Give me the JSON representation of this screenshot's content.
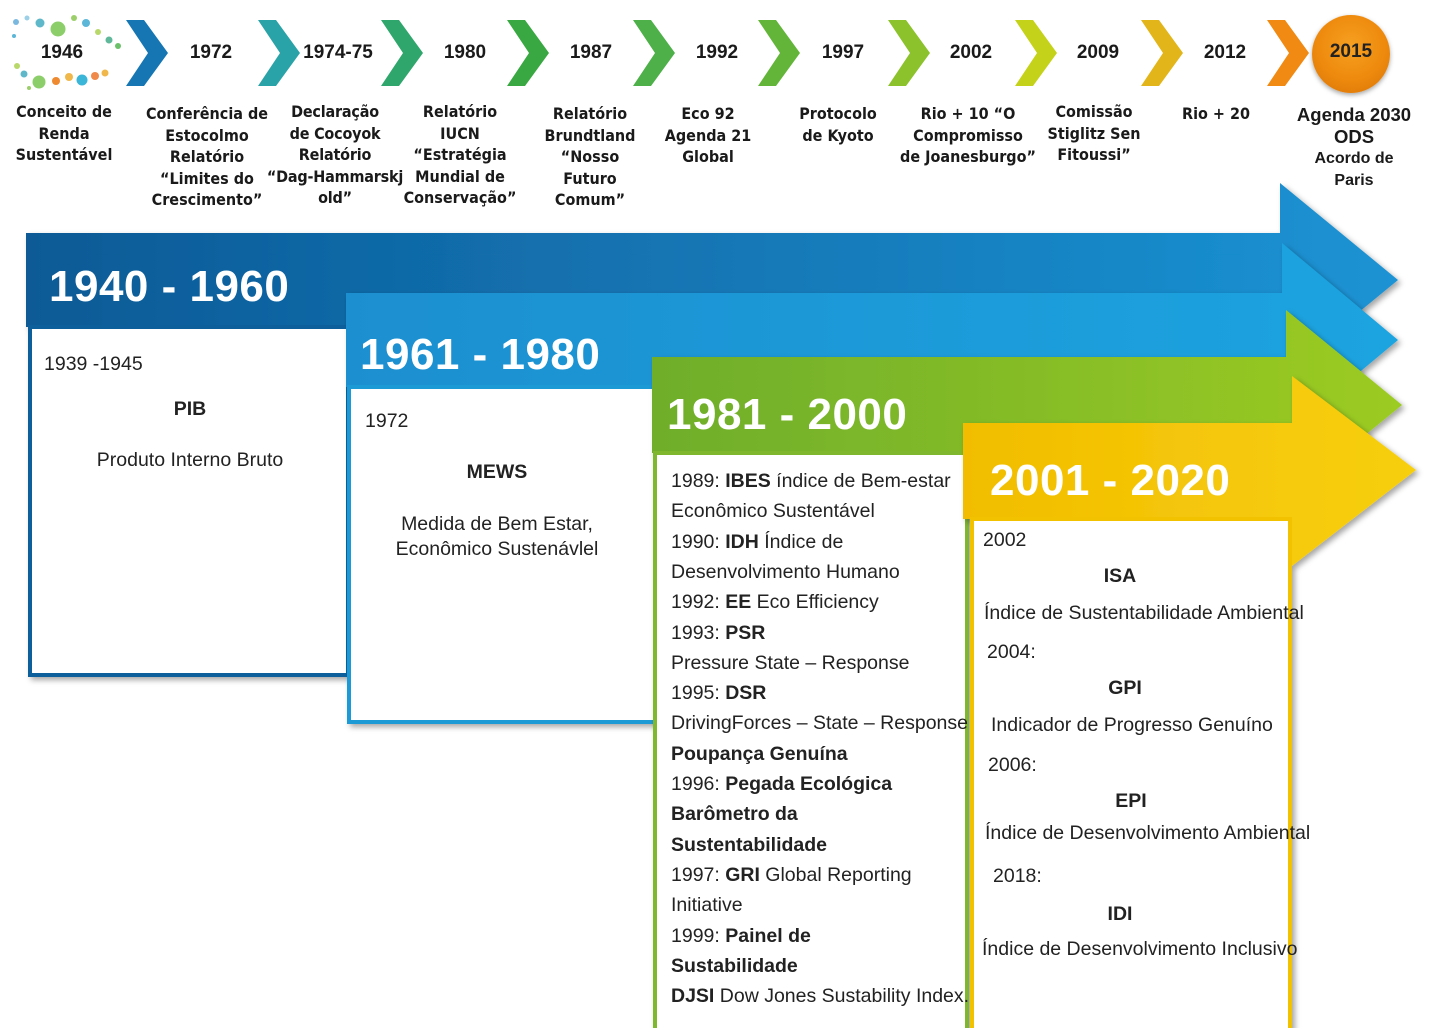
{
  "timeline": [
    {
      "year": "1946",
      "lines": [
        "Conceito de",
        "Renda",
        "Sustentável"
      ]
    },
    {
      "year": "1972",
      "lines": [
        "Conferência de",
        "Estocolmo",
        "Relatório",
        "“Limites do",
        "Crescimento”"
      ]
    },
    {
      "year": "1974-75",
      "lines": [
        "Declaração",
        "de Cocoyok",
        "Relatório",
        "“Dag-Hammarskj",
        "old”"
      ]
    },
    {
      "year": "1980",
      "lines": [
        "Relatório",
        "IUCN",
        "“Estratégia",
        "Mundial de",
        "Conservação”"
      ]
    },
    {
      "year": "1987",
      "lines": [
        "Relatório",
        "Brundtland",
        "“Nosso",
        "Futuro",
        "Comum”"
      ]
    },
    {
      "year": "1992",
      "lines": [
        "Eco 92",
        "Agenda 21",
        "Global"
      ]
    },
    {
      "year": "1997",
      "lines": [
        "Protocolo",
        "de Kyoto"
      ]
    },
    {
      "year": "2002",
      "lines": [
        "Rio + 10 “O",
        "Compromisso",
        "de Joanesburgo”"
      ]
    },
    {
      "year": "2009",
      "lines": [
        "Comissão",
        "Stiglitz Sen",
        "Fitoussi”"
      ]
    },
    {
      "year": "2012",
      "lines": [
        "Rio + 20"
      ]
    },
    {
      "year": "2015",
      "lines": [
        "Agenda 2030",
        "ODS",
        "Acordo de",
        "Paris"
      ]
    }
  ],
  "colors": {
    "band1": "#0e5e9c",
    "band2": "#1a9ad6",
    "band3": "#7fb72e",
    "band4": "#f2c200",
    "chevrons": [
      "#1576b3",
      "#2aa3a8",
      "#2fa66c",
      "#3aa842",
      "#4db048",
      "#63b53a",
      "#8cc22c",
      "#b5ce1f",
      "#d9c718",
      "#f09a13"
    ]
  },
  "bands": [
    {
      "title": "1940 - 1960"
    },
    {
      "title": "1961 - 1980"
    },
    {
      "title": "1981 - 2000"
    },
    {
      "title": "2001 - 2020"
    }
  ],
  "panel1": {
    "period": "1939 -1945",
    "acronym": "PIB",
    "name": "Produto Interno Bruto"
  },
  "panel2": {
    "period": "1972",
    "acronym": "MEWS",
    "name_lines": [
      "Medida de Bem Estar,",
      "Econômico Sustenávlel"
    ]
  },
  "panel3": {
    "lines": [
      {
        "pre": "1989: ",
        "bold": "IBES",
        "post": " índice de Bem-estar"
      },
      {
        "pre": "Econômico Sustentável",
        "bold": "",
        "post": ""
      },
      {
        "pre": "1990: ",
        "bold": "IDH",
        "post": " Índice de"
      },
      {
        "pre": "Desenvolvimento Humano",
        "bold": "",
        "post": ""
      },
      {
        "pre": "1992: ",
        "bold": "EE",
        "post": " Eco Efficiency"
      },
      {
        "pre": "1993: ",
        "bold": "PSR",
        "post": ""
      },
      {
        "pre": "Pressure State – Response",
        "bold": "",
        "post": ""
      },
      {
        "pre": "1995: ",
        "bold": "DSR",
        "post": ""
      },
      {
        "pre": "DrivingForces – State – Response",
        "bold": "",
        "post": ""
      },
      {
        "pre": "",
        "bold": "Poupança Genuína",
        "post": ""
      },
      {
        "pre": "1996: ",
        "bold": "Pegada Ecológica",
        "post": ""
      },
      {
        "pre": "",
        "bold": "Barômetro da",
        "post": ""
      },
      {
        "pre": "",
        "bold": "Sustentabilidade",
        "post": ""
      },
      {
        "pre": "1997: ",
        "bold": "GRI",
        "post": " Global Reporting"
      },
      {
        "pre": "Initiative",
        "bold": "",
        "post": ""
      },
      {
        "pre": "1999: ",
        "bold": "Painel de",
        "post": ""
      },
      {
        "pre": "",
        "bold": "Sustabilidade",
        "post": ""
      },
      {
        "pre": "",
        "bold": "DJSI",
        "post": " Dow Jones Sustability Index."
      }
    ]
  },
  "panel4": {
    "items": [
      {
        "year": "2002",
        "acronym": "ISA",
        "name": "Índice de Sustentabilidade Ambiental"
      },
      {
        "year": "2004:",
        "acronym": "GPI",
        "name": "Indicador de Progresso Genuíno"
      },
      {
        "year": "2006:",
        "acronym": "EPI",
        "name": "Índice de Desenvolvimento Ambiental"
      },
      {
        "year": "2018:",
        "acronym": "IDI",
        "name": "Índice de Desenvolvimento Inclusivo"
      }
    ]
  }
}
